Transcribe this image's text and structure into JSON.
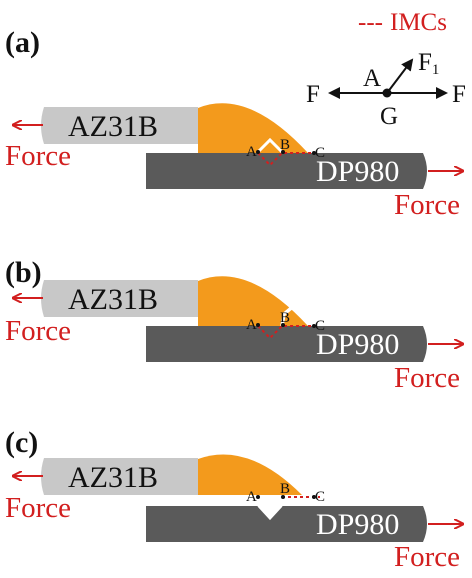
{
  "legend": {
    "dash_symbol": "---",
    "label": "IMCs"
  },
  "vector_diagram": {
    "f_left": "F",
    "f_right": "F",
    "f1": "F",
    "f1_sub": "1",
    "a": "A",
    "g": "G"
  },
  "panels": [
    {
      "label": "(a)",
      "top_plate": "AZ31B",
      "bottom_plate": "DP980",
      "force_left": "Force",
      "force_right": "Force",
      "point_a": "A",
      "point_b": "B",
      "point_c": "C"
    },
    {
      "label": "(b)",
      "top_plate": "AZ31B",
      "bottom_plate": "DP980",
      "force_left": "Force",
      "force_right": "Force",
      "point_a": "A",
      "point_b": "B",
      "point_c": "C"
    },
    {
      "label": "(c)",
      "top_plate": "AZ31B",
      "bottom_plate": "DP980",
      "force_left": "Force",
      "force_right": "Force",
      "point_a": "A",
      "point_b": "B",
      "point_c": "C"
    }
  ],
  "colors": {
    "mg_plate": "#c8c8c8",
    "steel_plate": "#5a5a5a",
    "weld": "#f39a1c",
    "force": "#d21f1f",
    "imc": "#d21f1f"
  }
}
